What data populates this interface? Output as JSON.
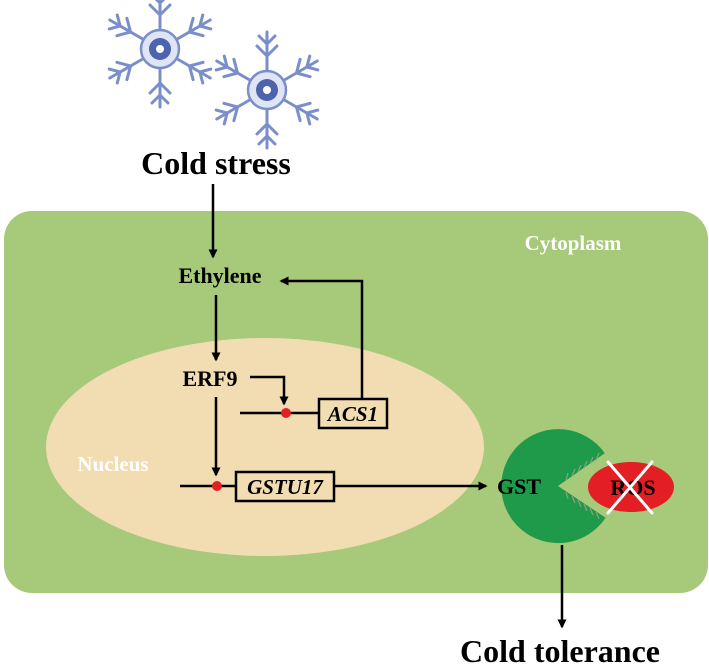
{
  "labels": {
    "cold_stress": "Cold stress",
    "cytoplasm": "Cytoplasm",
    "ethylene": "Ethylene",
    "erf9": "ERF9",
    "acs1": "ACS1",
    "nucleus": "Nucleus",
    "gstu17": "GSTU17",
    "gst": "GST",
    "ros": "ROS",
    "cold_tolerance": "Cold tolerance"
  },
  "colors": {
    "cell": "#a6c97a",
    "nucleus": "#f2ddb2",
    "snowflake": "#7a8fc9",
    "gst": "#1f9a4a",
    "ros": "#e31e24",
    "promoter_dot": "#e31e24"
  },
  "icons": [
    "snowflake-icon",
    "snowflake-icon"
  ]
}
